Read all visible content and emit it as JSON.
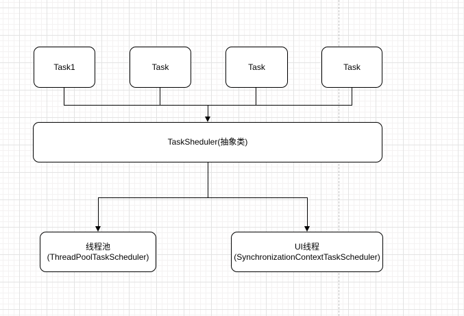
{
  "nodes": {
    "task1": "Task1",
    "task2": "Task",
    "task3": "Task",
    "task4": "Task",
    "scheduler": "TaskSheduler(抽象类)",
    "thread_pool": "线程池\n(ThreadPoolTaskScheduler)",
    "ui_thread": "UI线程\n(SynchronizationContextTaskScheduler)"
  },
  "colors": {
    "background": "#ffffff",
    "node_fill": "#ffffff",
    "node_border": "#000000",
    "text": "#000000",
    "connector": "#000000",
    "grid_minor": "#f4f2f2",
    "grid_major": "#e3e3e3",
    "dashed_guide": "#bdbdbd"
  }
}
